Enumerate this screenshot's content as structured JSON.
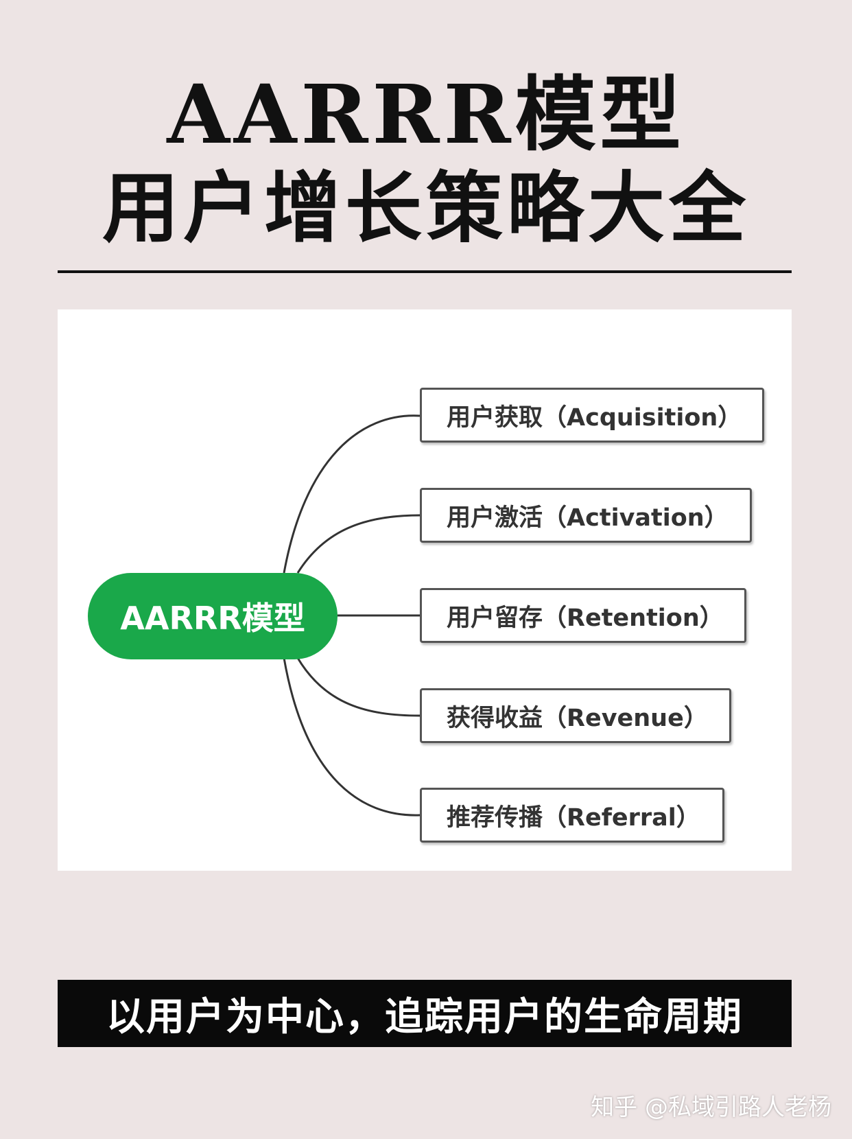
{
  "header": {
    "title_line1": "AARRR模型",
    "title_line2": "用户增长策略大全"
  },
  "diagram": {
    "center": "AARRR模型",
    "branches": [
      "用户获取（Acquisition）",
      "用户激活（Activation）",
      "用户留存（Retention）",
      "获得收益（Revenue）",
      "推荐传播（Referral）"
    ]
  },
  "caption": "以用户为中心，追踪用户的生命周期",
  "watermark": "知乎 @私域引路人老杨",
  "colors": {
    "background": "#ede4e4",
    "center_node": "#1aa84a",
    "caption_bar": "#0a0a0a",
    "text_dark": "#111111"
  }
}
